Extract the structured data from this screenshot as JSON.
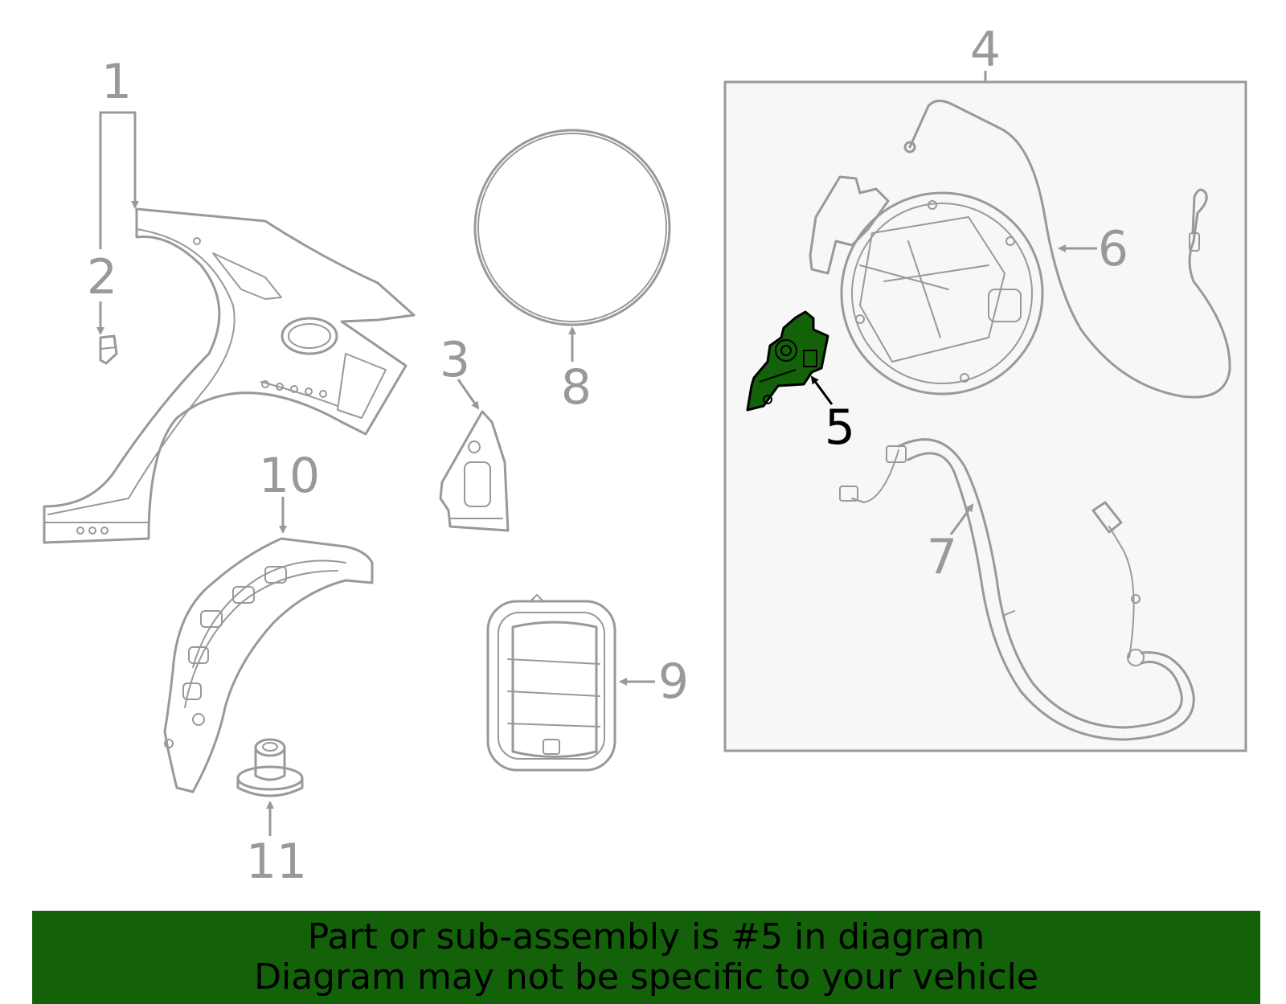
{
  "callouts": {
    "c1": "1",
    "c2": "2",
    "c3": "3",
    "c4": "4",
    "c5": "5",
    "c6": "6",
    "c7": "7",
    "c8": "8",
    "c9": "9",
    "c10": "10",
    "c11": "11"
  },
  "highlight": {
    "part": "5",
    "color": "#13620a"
  },
  "banner": {
    "line1": "Part or sub-assembly is #5 in diagram",
    "line2": "Diagram may not be specific to your vehicle",
    "color": "#13620a"
  }
}
